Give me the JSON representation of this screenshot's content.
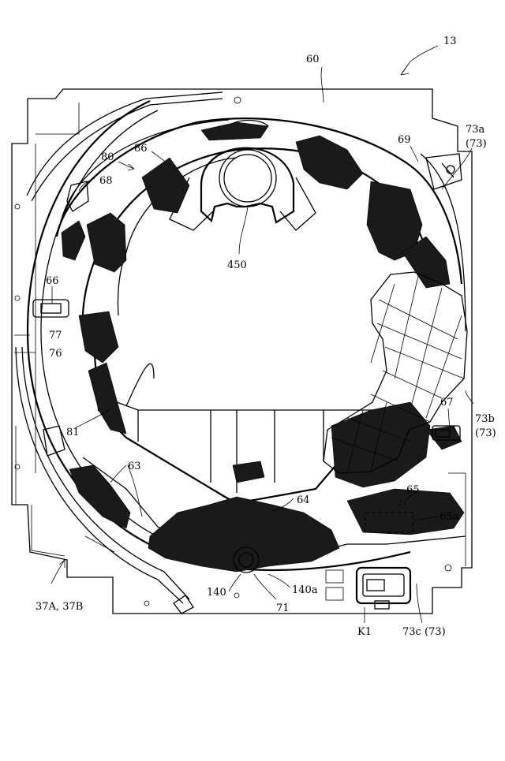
{
  "figure": {
    "labels": {
      "l13": "13",
      "l60": "60",
      "l73a": "73a",
      "l73a_paren": "(73)",
      "l69": "69",
      "l80": "80",
      "l86": "86",
      "l68": "68",
      "l450": "450",
      "l66": "66",
      "l77": "77",
      "l76": "76",
      "l67": "67",
      "l73b": "73b",
      "l73b_paren": "(73)",
      "l81": "81",
      "l63": "63",
      "l64": "64",
      "l65": "65",
      "l65a": "65a",
      "l140": "140",
      "l140a": "140a",
      "l71": "71",
      "l37": "37A, 37B",
      "lK1": "K1",
      "l73c": "73c (73)"
    }
  }
}
